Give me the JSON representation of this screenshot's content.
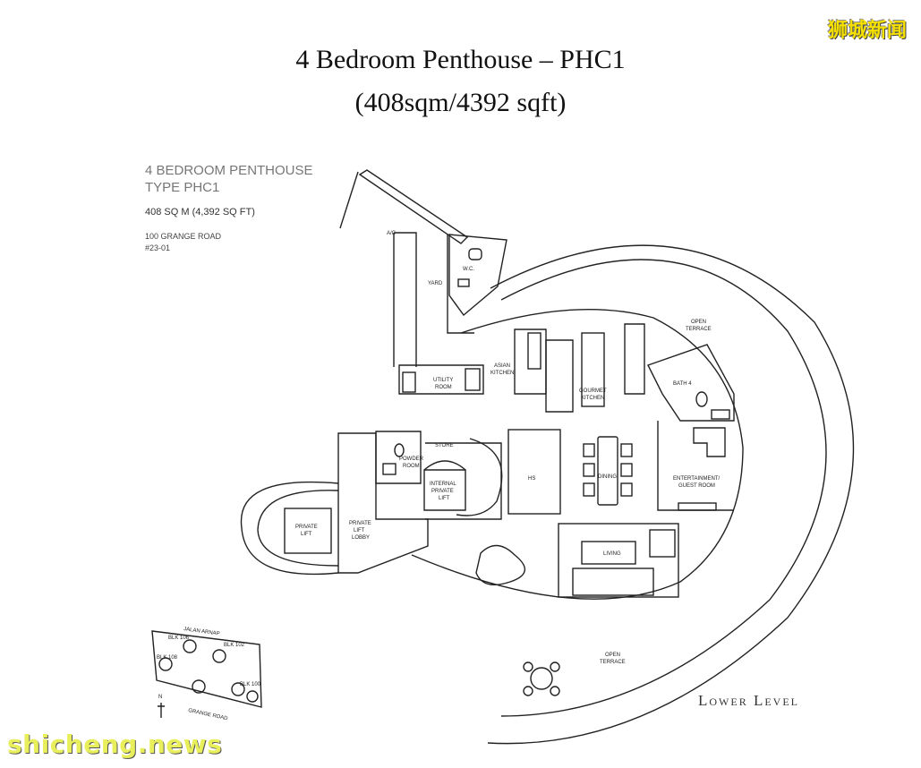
{
  "title_line1": "4 Bedroom Penthouse – PHC1",
  "title_line2": "(408sqm/4392 sqft)",
  "watermark_top": "狮城新闻",
  "watermark_bottom": "shicheng.news",
  "info": {
    "line1": "4 BEDROOM PENTHOUSE",
    "line2": "TYPE PHC1",
    "area": "408 SQ M (4,392 SQ FT)",
    "address": "100 GRANGE ROAD",
    "unit": "#23-01"
  },
  "level_label": "Lower Level",
  "rooms": {
    "ac": "A/C",
    "yard": "YARD",
    "wc": "W.C.",
    "utility_1": "UTILITY",
    "utility_2": "ROOM",
    "asian_kitchen_1": "ASIAN",
    "asian_kitchen_2": "KITCHEN",
    "gourmet_kitchen_1": "GOURMET",
    "gourmet_kitchen_2": "KITCHEN",
    "open_terrace_1": "OPEN",
    "open_terrace_2": "TERRACE",
    "bath4": "BATH 4",
    "store": "STORE",
    "powder_1": "POWDER",
    "powder_2": "ROOM",
    "internal_lift_1": "INTERNAL",
    "internal_lift_2": "PRIVATE",
    "internal_lift_3": "LIFT",
    "hs": "HS",
    "dining": "DINING",
    "entertainment_1": "ENTERTAINMENT/",
    "entertainment_2": "GUEST ROOM",
    "private_lift_1": "PRIVATE",
    "private_lift_2": "LIFT",
    "lobby_1": "PRIVATE",
    "lobby_2": "LIFT",
    "lobby_3": "LOBBY",
    "living": "LIVING",
    "open_terrace_b1": "OPEN",
    "open_terrace_b2": "TERRACE"
  },
  "site_map": {
    "road_top": "JALAN ARNAP",
    "road_bottom": "GRANGE ROAD",
    "blk106": "BLK 106",
    "blk102": "BLK 102",
    "blk108": "BLK 108",
    "blk100": "BLK 100",
    "north": "N"
  }
}
